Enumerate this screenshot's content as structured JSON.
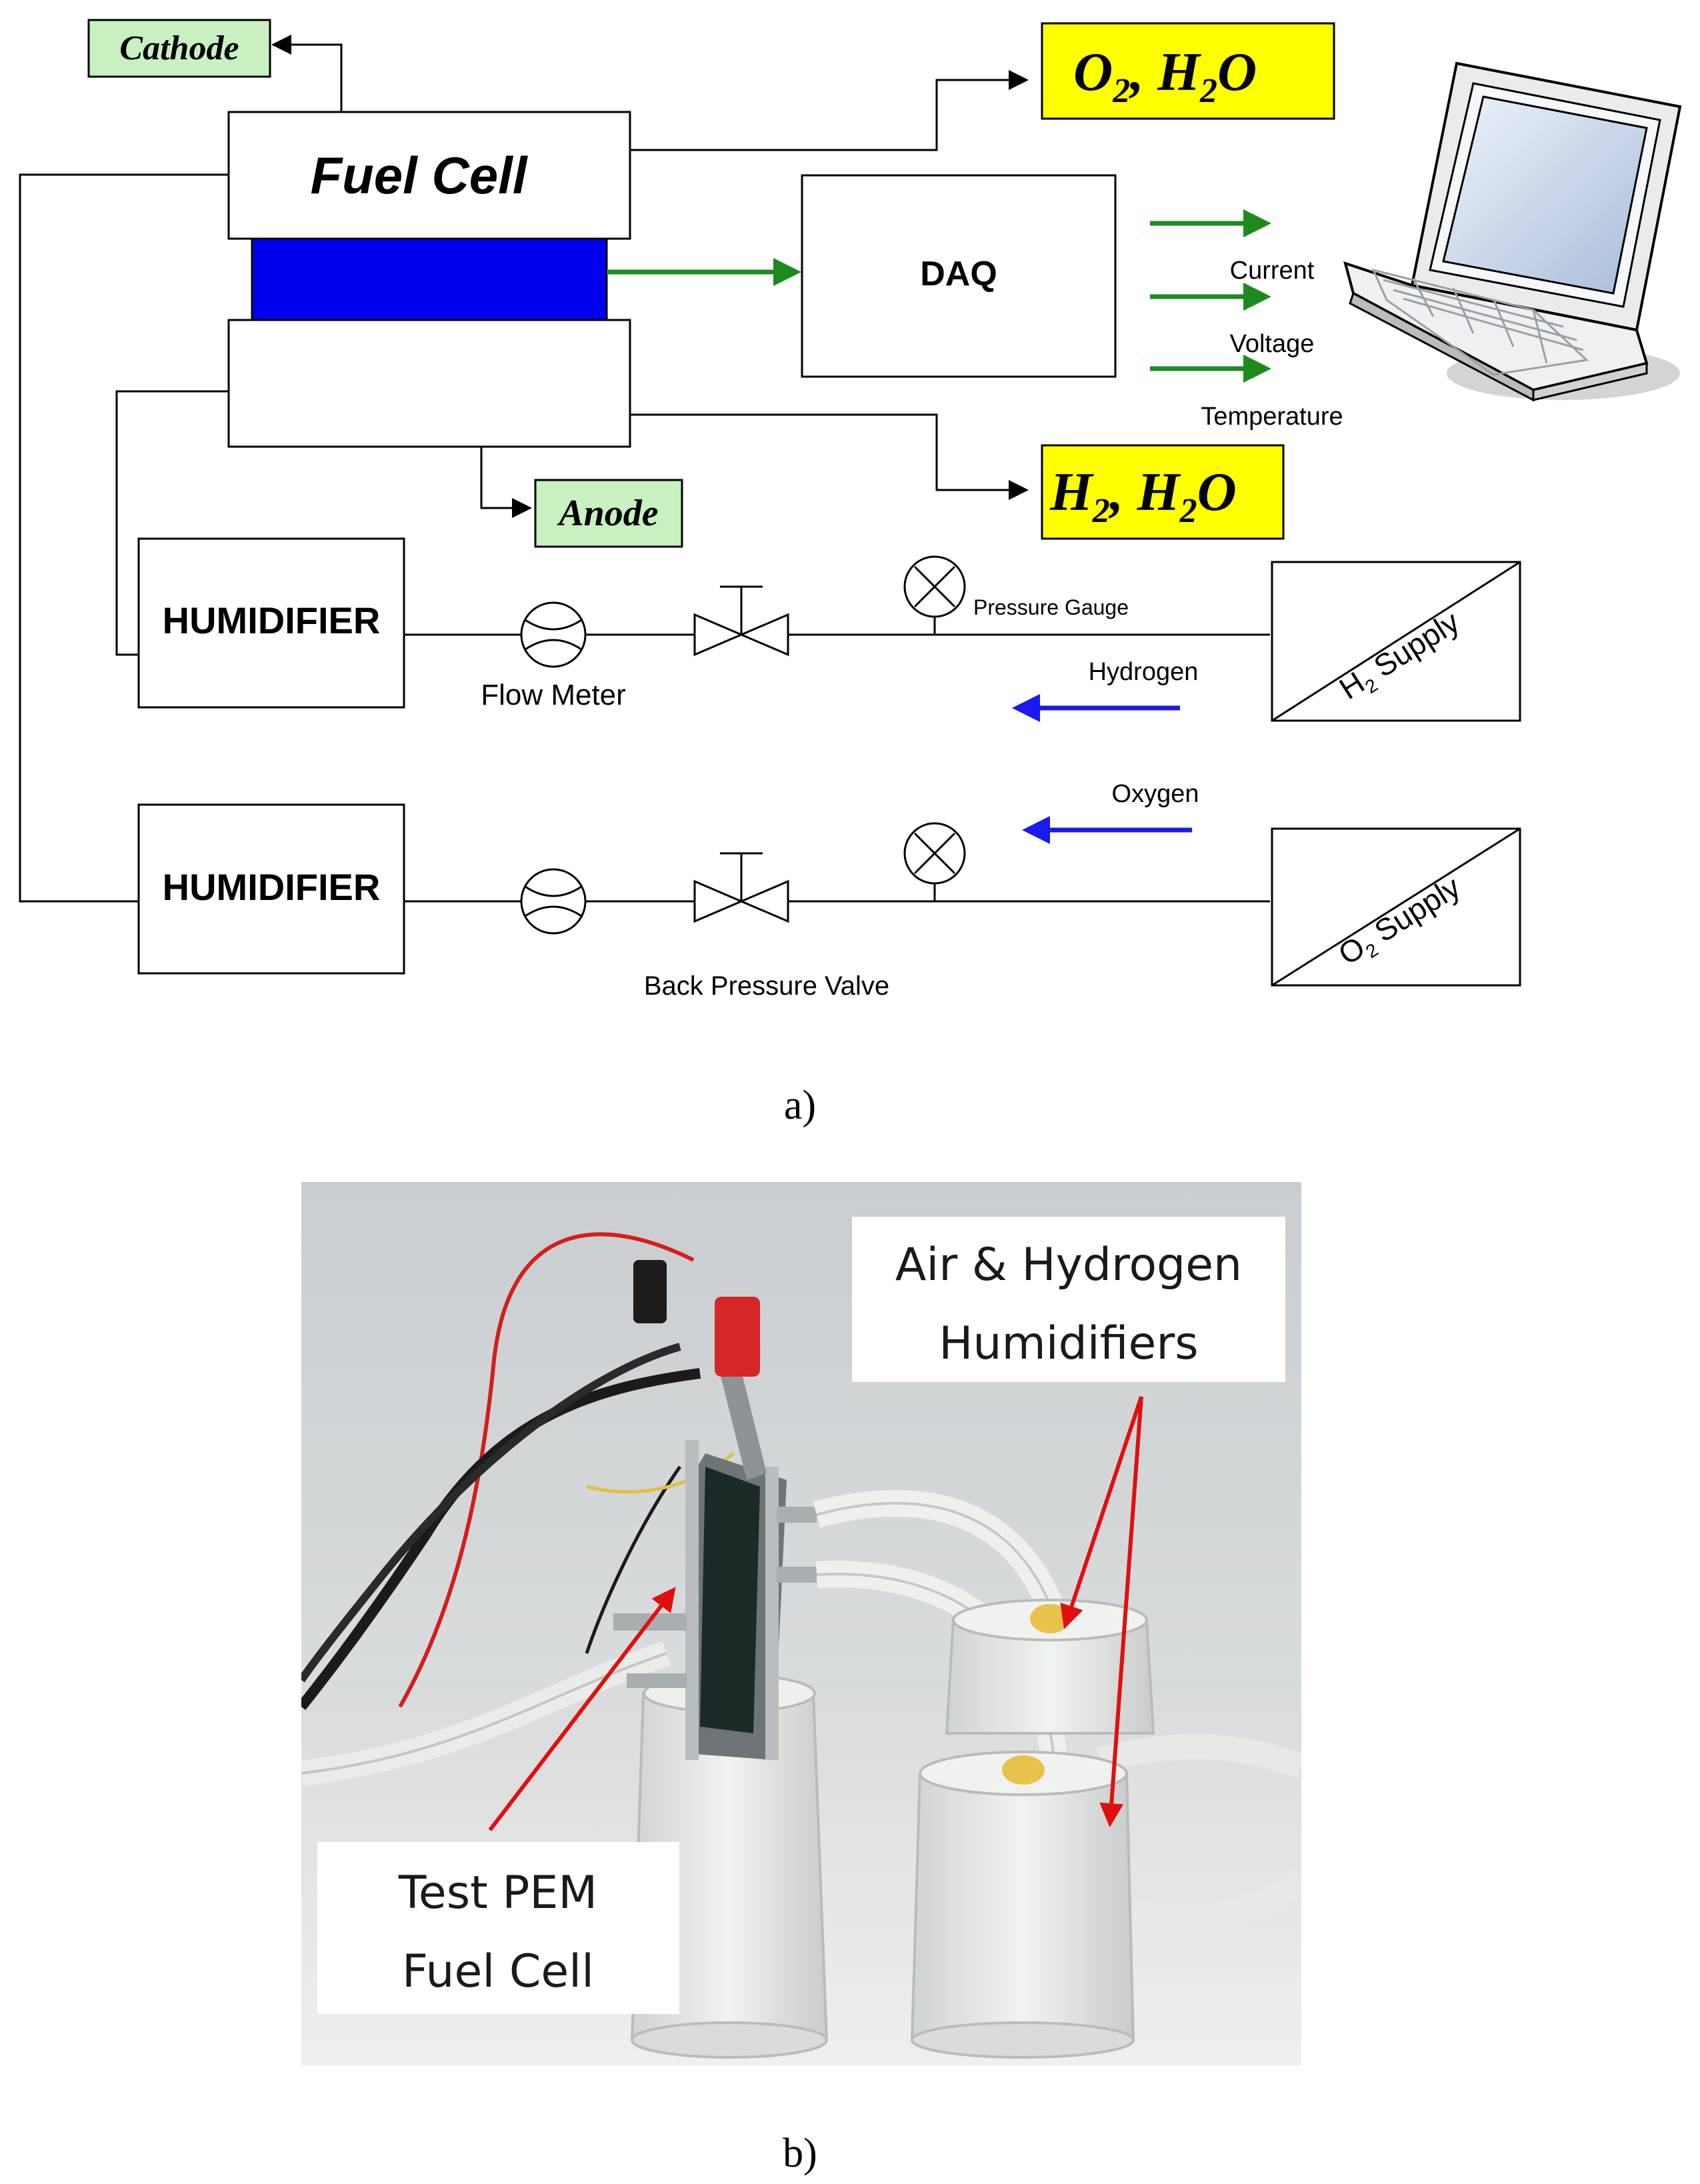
{
  "diagram": {
    "fuel_cell": "Fuel Cell",
    "cathode": "Cathode",
    "anode": "Anode",
    "out_top": "O",
    "out_top_sub": "2",
    "out_top_mid": ", H",
    "out_top_sub2": "2",
    "out_top_end": "O",
    "out_bottom": "H",
    "out_bottom_sub": "2",
    "out_bottom_mid": ", H",
    "out_bottom_sub2": "2",
    "out_bottom_end": "O",
    "daq": "DAQ",
    "current": "Current",
    "voltage": "Voltage",
    "temperature": "Temperature",
    "humidifier_1": "HUMIDIFIER",
    "humidifier_2": "HUMIDIFIER",
    "flow_meter": "Flow Meter",
    "pressure_gauge": "Pressure Gauge",
    "hydrogen": "Hydrogen",
    "oxygen": "Oxygen",
    "back_pressure_valve": "Back Pressure Valve",
    "h2_supply_prefix": "H",
    "h2_supply_sub": "2",
    "h2_supply_suffix": " Supply",
    "o2_supply_prefix": "O",
    "o2_supply_sub": "2",
    "o2_supply_suffix": " Supply",
    "caption": "a)"
  },
  "photo": {
    "label_humidifiers_line1": "Air & Hydrogen",
    "label_humidifiers_line2": "Humidifiers",
    "label_cell_line1": "Test PEM",
    "label_cell_line2": "Fuel Cell",
    "caption": "b)"
  },
  "colors": {
    "membrane": "#0000ee",
    "signal_arrow": "#1e8a1e",
    "gas_arrow": "#1a1aee",
    "product_box": "#ffff00",
    "electrode_box": "#c9f0c0",
    "callout_arrow": "#e01010"
  }
}
